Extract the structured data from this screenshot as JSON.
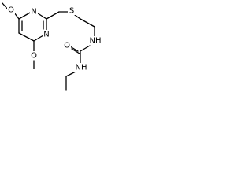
{
  "molecule": {
    "atoms": {
      "ring_n_upper": "N",
      "ring_n_lower": "N",
      "o_top": "O",
      "o_bottom": "O",
      "sulfur": "S",
      "nh_right": "NH",
      "o_carbonyl": "O",
      "nh_lower": "NH"
    }
  }
}
